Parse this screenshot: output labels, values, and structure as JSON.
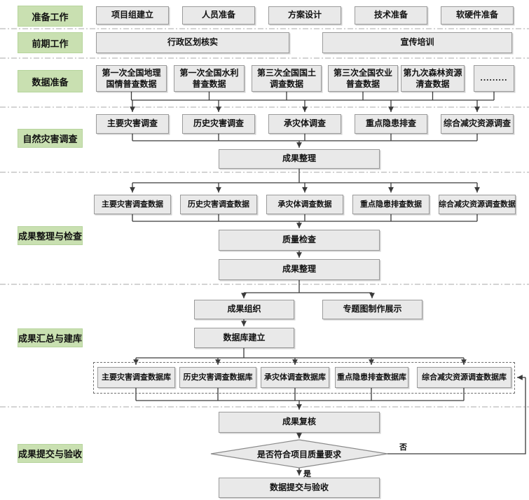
{
  "colors": {
    "section_label_bg": "#c9e0b1",
    "node_bg": "#e9e9e9",
    "node_border": "#9b9b9b",
    "connector": "#3a3a3a",
    "separator": "#a8a8a8"
  },
  "sections": {
    "s1": "准备工作",
    "s2": "前期工作",
    "s3": "数据准备",
    "s4": "自然灾害调查",
    "s5": "成果整理与检查",
    "s6": "成果汇总与建库",
    "s7": "成果提交与验收"
  },
  "prep": {
    "b1": "项目组建立",
    "b2": "人员准备",
    "b3": "方案设计",
    "b4": "技术准备",
    "b5": "软硬件准备"
  },
  "early": {
    "b1": "行政区划核实",
    "b2": "宣传培训"
  },
  "data_prep": {
    "b1": {
      "l1": "第一次全国地理",
      "l2": "国情普查数据"
    },
    "b2": {
      "l1": "第一次全国水利",
      "l2": "普查数据"
    },
    "b3": {
      "l1": "第三次全国国土",
      "l2": "调查数据"
    },
    "b4": {
      "l1": "第三次全国农业",
      "l2": "普查数据"
    },
    "b5": {
      "l1": "第九次森林资源",
      "l2": "清查数据"
    },
    "b6": "........."
  },
  "survey": {
    "b1": "主要灾害调查",
    "b2": "历史灾害调查",
    "b3": "承灾体调查",
    "b4": "重点隐患排查",
    "b5": "综合减灾资源调查",
    "merge": "成果整理"
  },
  "check": {
    "b1": "主要灾害调查数据",
    "b2": "历史灾害调查数据",
    "b3": "承灾体调查数据",
    "b4": "重点隐患排查数据",
    "b5": "综合减灾资源调查数据",
    "qc": "质量检查",
    "merge": "成果整理"
  },
  "build": {
    "org": "成果组织",
    "thematic": "专题图制作展示",
    "db_create": "数据库建立",
    "db1": "主要灾害调查数据库",
    "db2": "历史灾害调查数据库",
    "db3": "承灾体调查数据库",
    "db4": "重点隐患排查数据库",
    "db5": "综合减灾资源调查数据库"
  },
  "submit": {
    "review": "成果复核",
    "decision": "是否符合项目质量要求",
    "yes": "是",
    "no": "否",
    "final": "数据提交与验收"
  }
}
